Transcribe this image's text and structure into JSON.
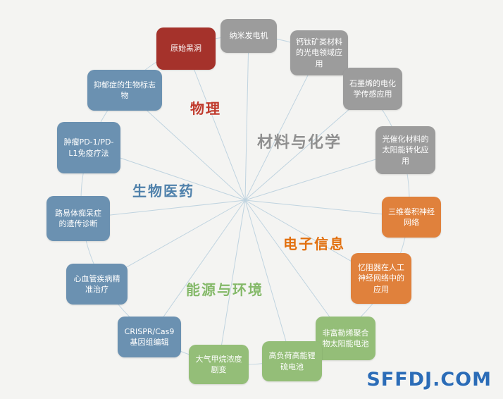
{
  "watermark": {
    "text": "SFFDJ.COM"
  },
  "colors": {
    "physics_accent": "#c0392b",
    "materials_accent": "#8f8f8f",
    "biomed_accent": "#4f81ab",
    "electronics_accent": "#e2700f",
    "energy_accent": "#84b969",
    "node_red": "#a5322b",
    "node_gray": "#9c9c9c",
    "node_orange": "#e0813c",
    "node_green": "#94be78",
    "node_blue": "#6b91b1",
    "connector_line": "#bad0de"
  },
  "categories": [
    {
      "label": "物理"
    },
    {
      "label": "材料与化学"
    },
    {
      "label": "生物医药"
    },
    {
      "label": "电子信息"
    },
    {
      "label": "能源与环境"
    }
  ],
  "nodes": [
    {
      "label": "原始黑洞",
      "category": "物理"
    },
    {
      "label": "纳米发电机",
      "category": "材料与化学"
    },
    {
      "label": "钙钛矿类材料的光电领域应用",
      "category": "材料与化学"
    },
    {
      "label": "石墨烯的电化学传感应用",
      "category": "材料与化学"
    },
    {
      "label": "光催化材料的太阳能转化应用",
      "category": "材料与化学"
    },
    {
      "label": "三维卷积神经网络",
      "category": "电子信息"
    },
    {
      "label": "忆阻器在人工神经网络中的应用",
      "category": "电子信息"
    },
    {
      "label": "非富勒烯聚合物太阳能电池",
      "category": "能源与环境"
    },
    {
      "label": "高负荷高能锂硫电池",
      "category": "能源与环境"
    },
    {
      "label": "大气甲烷浓度剧变",
      "category": "能源与环境"
    },
    {
      "label": "CRISPR/Cas9基因组编辑",
      "category": "生物医药"
    },
    {
      "label": "心血管疾病精准治疗",
      "category": "生物医药"
    },
    {
      "label": "路易体痴呆症的遗传诊断",
      "category": "生物医药"
    },
    {
      "label": "肿瘤PD-1/PD-L1免疫疗法",
      "category": "生物医药"
    },
    {
      "label": "抑郁症的生物标志物",
      "category": "生物医药"
    }
  ]
}
